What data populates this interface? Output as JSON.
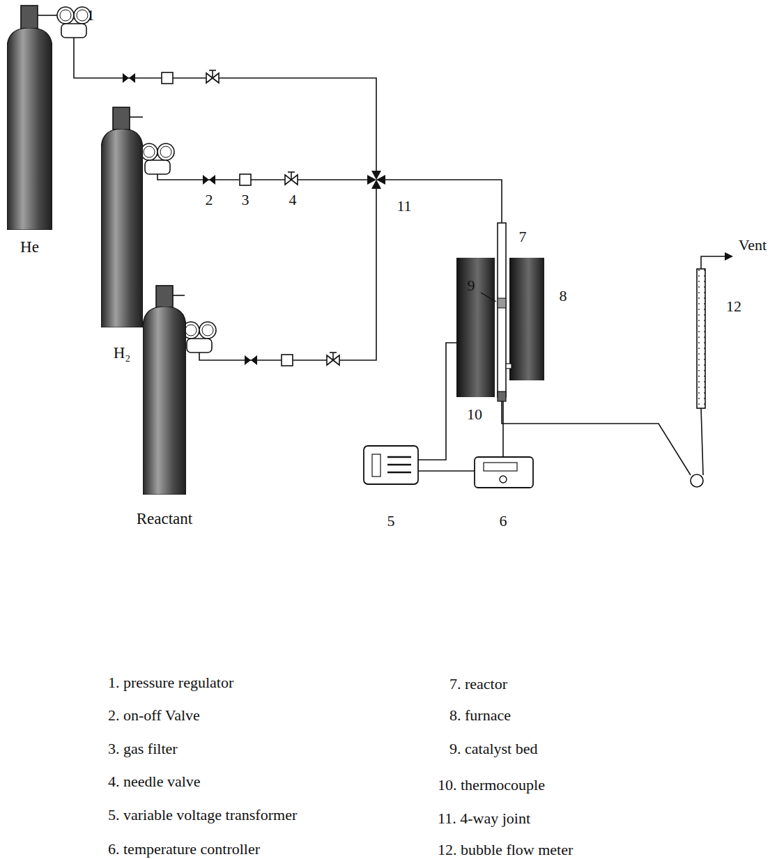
{
  "diagram": {
    "nodes": [
      {
        "text": [
          "He"
        ]
      },
      {
        "text": [
          "H₂"
        ]
      },
      {
        "text": [
          "Reactant"
        ]
      }
    ],
    "labels": [
      "1",
      "2",
      "3",
      "4",
      "11",
      "7",
      "9",
      "8",
      "Vent",
      "12",
      "10",
      "5",
      "6",
      "1. pressure regulator",
      "2. on-off Valve",
      "3. gas filter",
      "4. needle valve",
      "5. variable voltage transformer",
      "6. temperature controller",
      "7. reactor",
      "8. furnace",
      "9. catalyst bed",
      "10. thermocouple",
      "11. 4-way joint",
      "12. bubble flow meter"
    ]
  }
}
